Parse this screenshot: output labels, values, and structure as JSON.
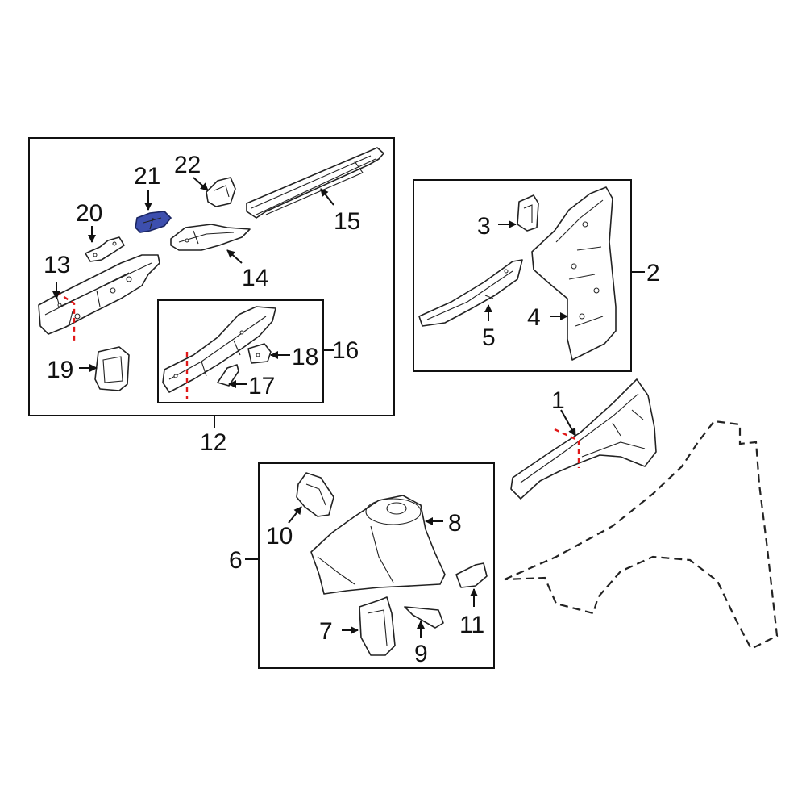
{
  "callouts": {
    "c1": "1",
    "c2": "2",
    "c3": "3",
    "c4": "4",
    "c5": "5",
    "c6": "6",
    "c7": "7",
    "c8": "8",
    "c9": "9",
    "c10": "10",
    "c11": "11",
    "c12": "12",
    "c13": "13",
    "c14": "14",
    "c15": "15",
    "c16": "16",
    "c17": "17",
    "c18": "18",
    "c19": "19",
    "c20": "20",
    "c21": "21",
    "c22": "22"
  },
  "colors": {
    "highlight_part": "#3d4fae",
    "cut_line": "#e01818",
    "line": "#222222"
  }
}
